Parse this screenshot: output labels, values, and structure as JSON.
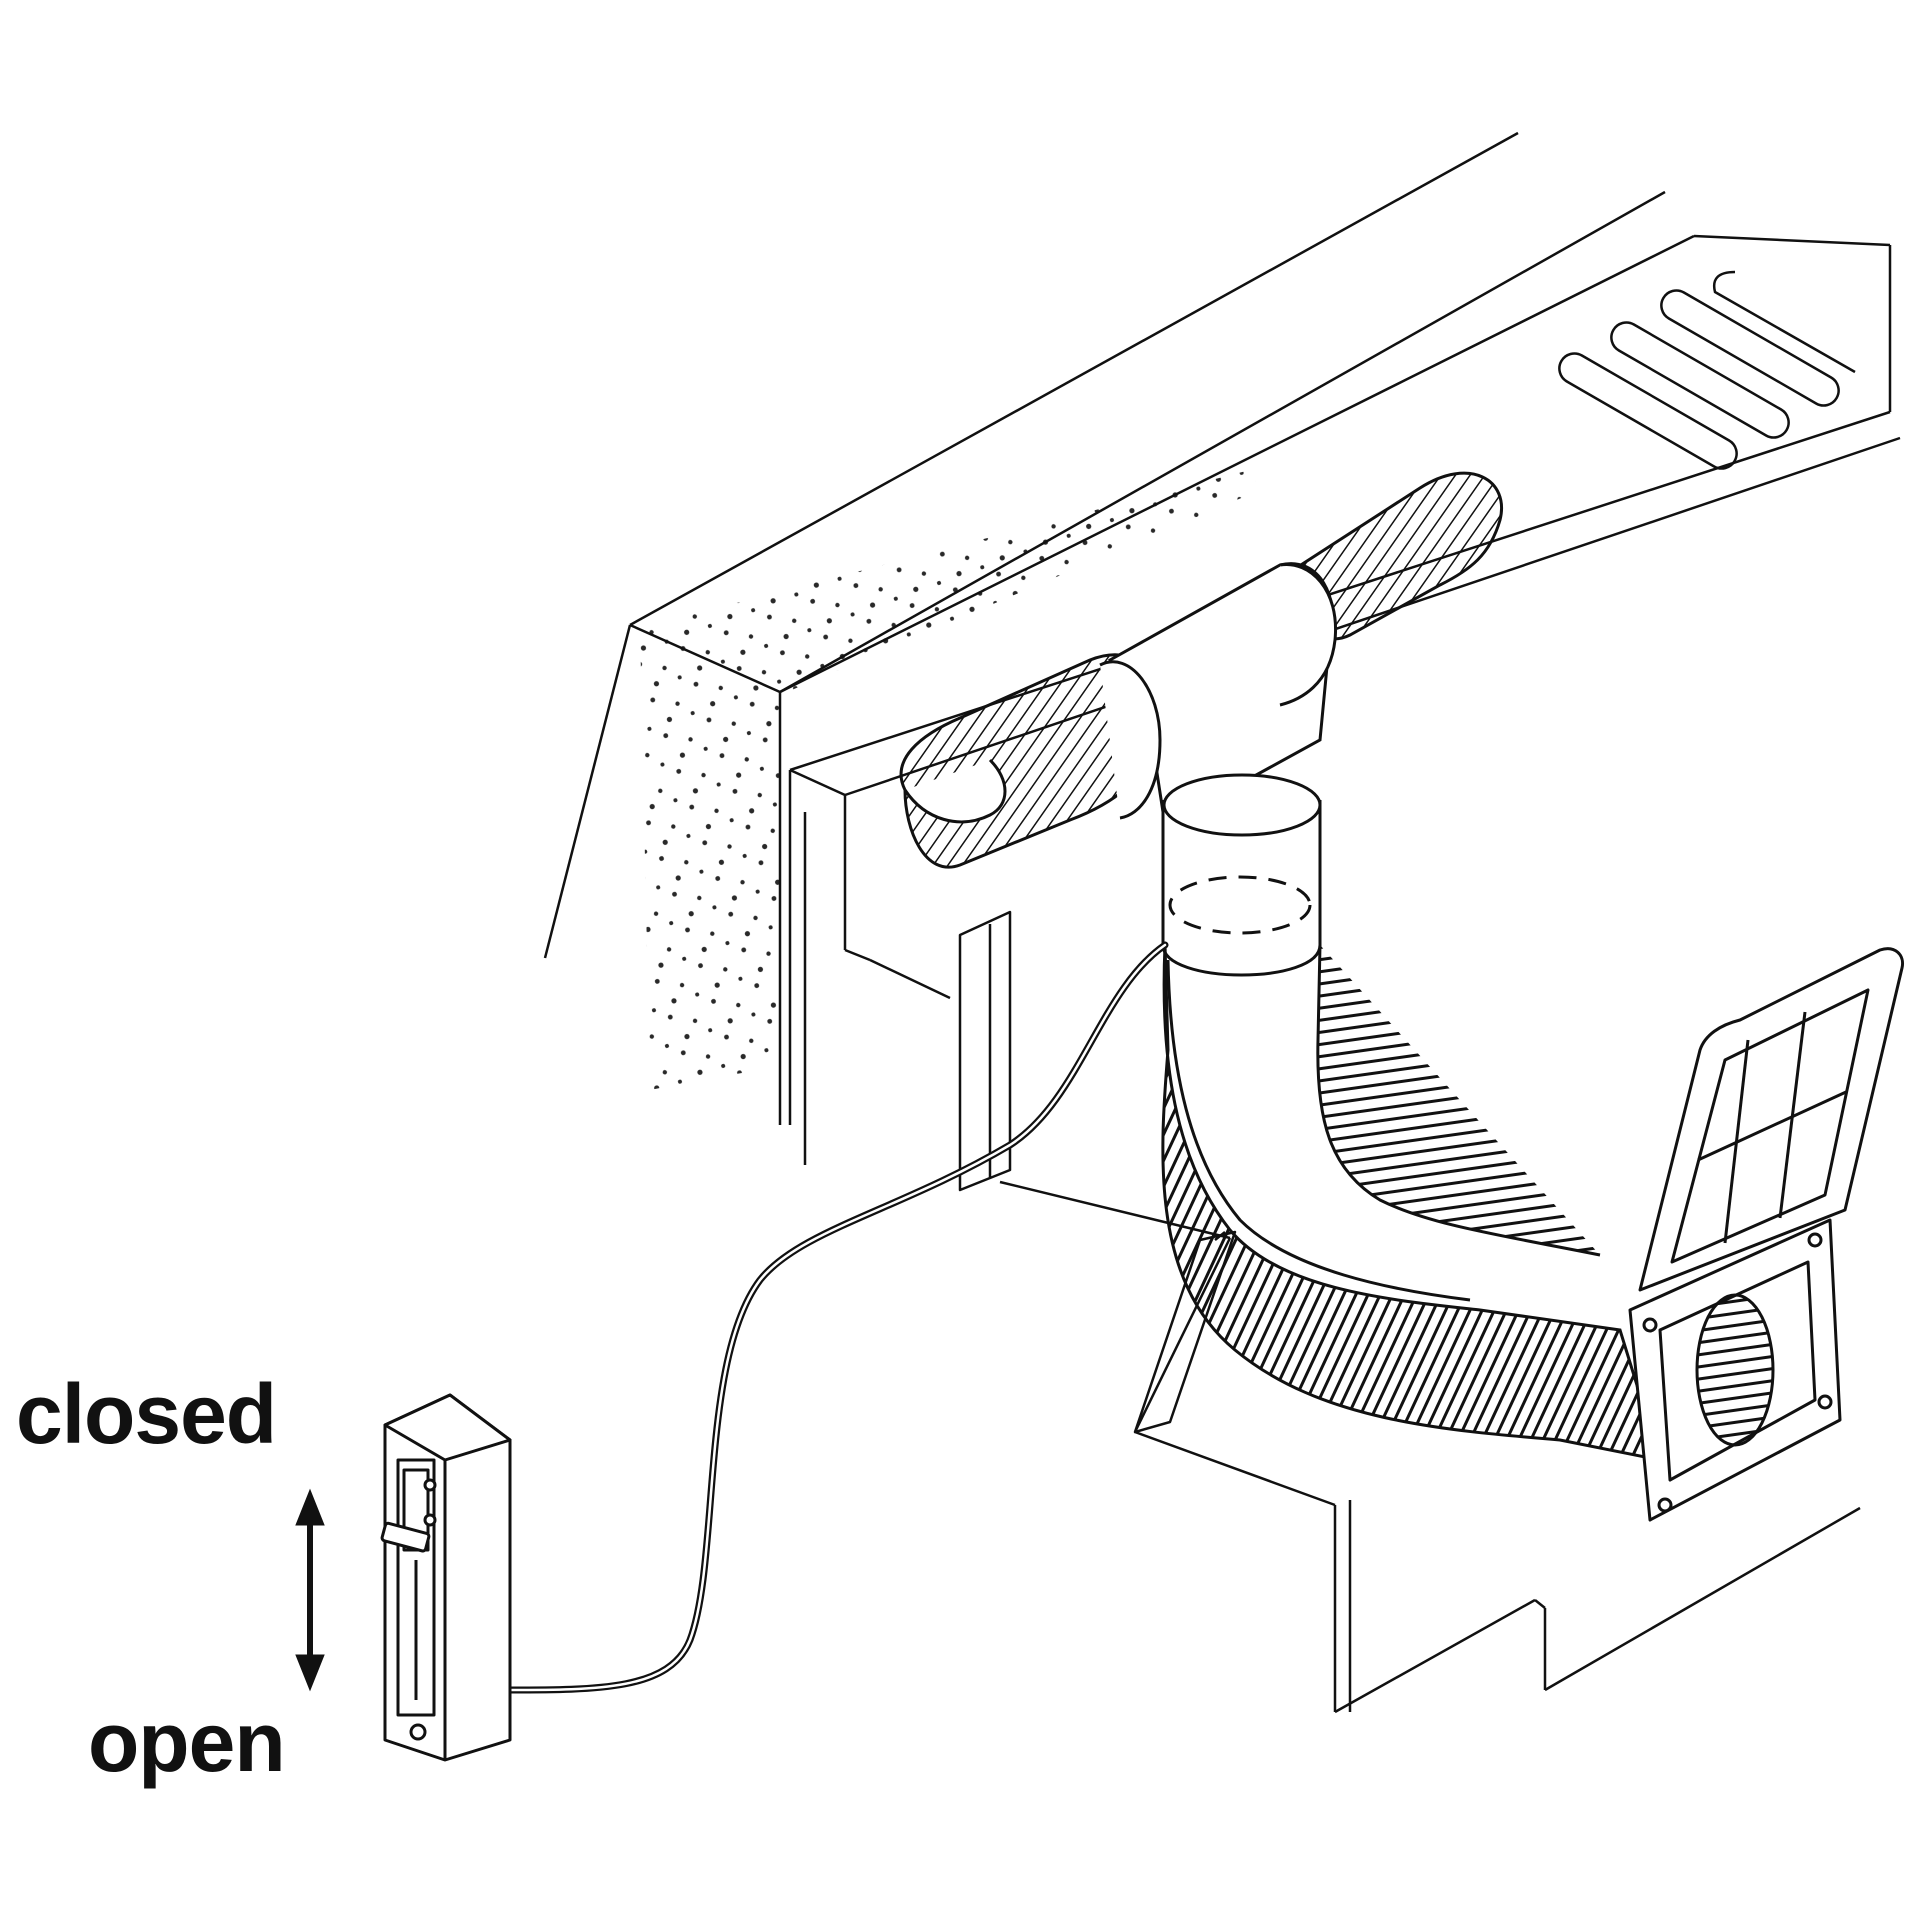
{
  "labels": {
    "closed": "closed",
    "open": "open"
  },
  "colors": {
    "ink": "#111111",
    "paper": "#ffffff"
  },
  "icons": {
    "direction_arrow": "double-headed-vertical-arrow"
  }
}
